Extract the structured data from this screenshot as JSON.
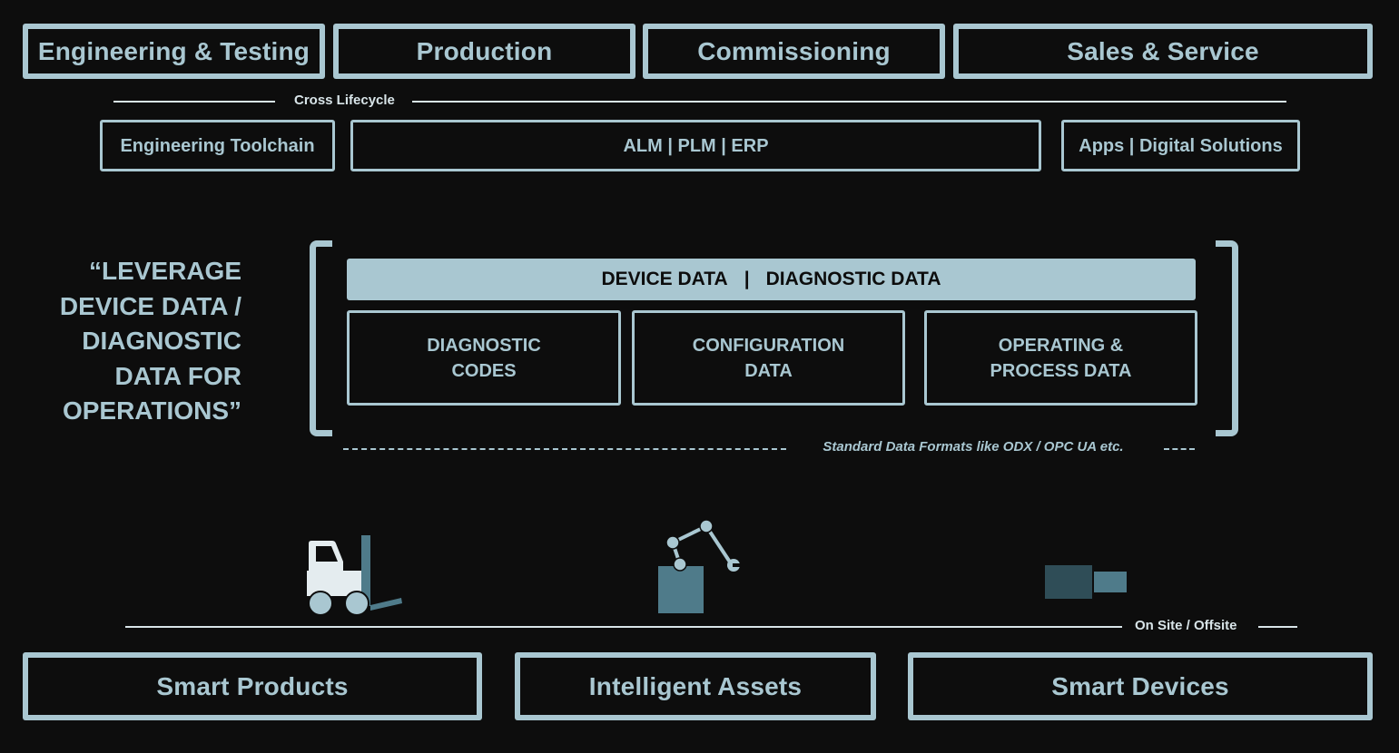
{
  "lifecycle": {
    "engineering": "Engineering & Testing",
    "production": "Production",
    "commissioning": "Commissioning",
    "sales": "Sales & Service"
  },
  "cross_lifecycle_label": "Cross Lifecycle",
  "systems": {
    "toolchain": "Engineering Toolchain",
    "alm": "ALM | PLM | ERP",
    "apps": "Apps | Digital Solutions"
  },
  "quote": "“LEVERAGE DEVICE DATA / DIAGNOSTIC DATA FOR OPERATIONS”",
  "banner": {
    "device": "DEVICE DATA",
    "separator": "|",
    "diagnostic": "DIAGNOSTIC DATA"
  },
  "data_types": {
    "codes": "DIAGNOSTIC\nCODES",
    "config": "CONFIGURATION\nDATA",
    "operating": "OPERATING &\nPROCESS DATA"
  },
  "formats_label": "Standard Data Formats like ODX / OPC UA etc.",
  "onsite_label": "On Site / Offsite",
  "bottom": {
    "products": "Smart Products",
    "assets": "Intelligent Assets",
    "devices": "Smart Devices"
  },
  "icons": [
    "forklift-icon",
    "robot-arm-icon",
    "device-icon"
  ],
  "colors": {
    "accent": "#a9c7d1",
    "background": "#0d0d0d",
    "icon_dark": "#3a5a66",
    "icon_mid": "#4f7b8a"
  }
}
